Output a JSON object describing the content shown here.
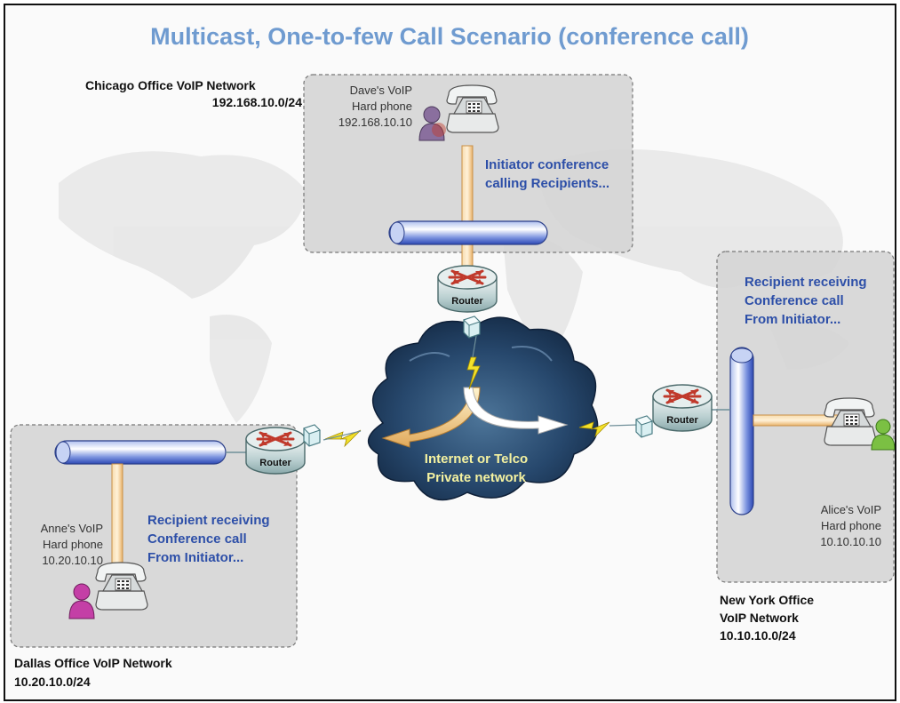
{
  "title": "Multicast, One-to-few Call Scenario (conference call)",
  "cloud": {
    "line1": "Internet or Telco",
    "line2": "Private network"
  },
  "router_label": "Router",
  "networks": {
    "chicago": {
      "name": "Chicago Office VoIP Network",
      "subnet": "192.168.10.0/24",
      "phone": {
        "line1": "Dave's VoIP",
        "line2": "Hard phone",
        "line3": "192.168.10.10"
      },
      "note": {
        "line1": "Initiator conference",
        "line2": "calling Recipients..."
      }
    },
    "dallas": {
      "name": "Dallas Office VoIP Network",
      "subnet": "10.20.10.0/24",
      "phone": {
        "line1": "Anne's VoIP",
        "line2": "Hard phone",
        "line3": "10.20.10.10"
      },
      "note": {
        "line1": "Recipient receiving",
        "line2": "Conference call",
        "line3": "From Initiator..."
      }
    },
    "newyork": {
      "name_line1": "New York Office",
      "name_line2": "VoIP Network",
      "subnet": "10.10.10.0/24",
      "phone": {
        "line1": "Alice's VoIP",
        "line2": "Hard phone",
        "line3": "10.10.10.10"
      },
      "note": {
        "line1": "Recipient receiving",
        "line2": "Conference call",
        "line3": "From Initiator..."
      }
    }
  },
  "colors": {
    "title": "#6f9bd0",
    "note": "#2d4fa8",
    "zone_fill": "#d4d4d4",
    "bus_blue": "#3e5fc9",
    "link_orange": "#f2c98a",
    "cloud_dark": "#1d3a5c",
    "cloud_text": "#f5f2a0",
    "dave_avatar": "#8a6f9e",
    "anne_avatar": "#c43fa6",
    "alice_avatar": "#7bc043"
  }
}
